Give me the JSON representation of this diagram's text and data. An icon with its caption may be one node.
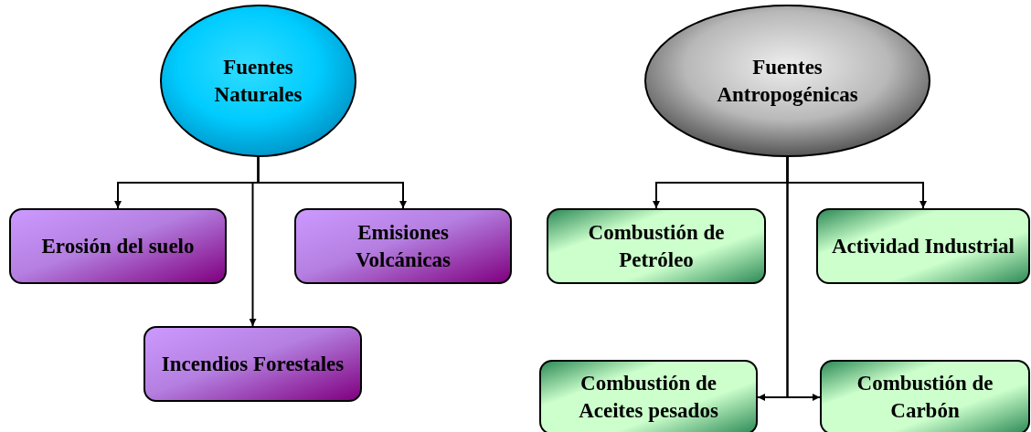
{
  "diagram": {
    "nodes": [
      {
        "text": [
          "Fuentes Naturales"
        ]
      },
      {
        "text": [
          "Erosión del suelo"
        ]
      },
      {
        "text": [
          "Emisiones Volcánicas"
        ]
      },
      {
        "text": [
          "Incendios Forestales"
        ]
      },
      {
        "text": [
          "Fuentes Antropogénicas"
        ]
      },
      {
        "text": [
          "Combustión de Petróleo"
        ]
      },
      {
        "text": [
          "Actividad Industrial"
        ]
      },
      {
        "text": [
          "Combustión de Aceites pesados"
        ]
      },
      {
        "text": [
          "Combustión de Carbón"
        ]
      }
    ],
    "edges": [
      {
        "from": 0,
        "to": 1,
        "arrow": "to"
      },
      {
        "from": 0,
        "to": 2,
        "arrow": "to"
      },
      {
        "from": 0,
        "to": 3,
        "arrow": "to"
      },
      {
        "from": 4,
        "to": 5,
        "arrow": "to"
      },
      {
        "from": 4,
        "to": 6,
        "arrow": "to"
      },
      {
        "from": 4,
        "to": 7,
        "arrow": "to"
      },
      {
        "from": 4,
        "to": 8,
        "arrow": "to"
      }
    ]
  }
}
